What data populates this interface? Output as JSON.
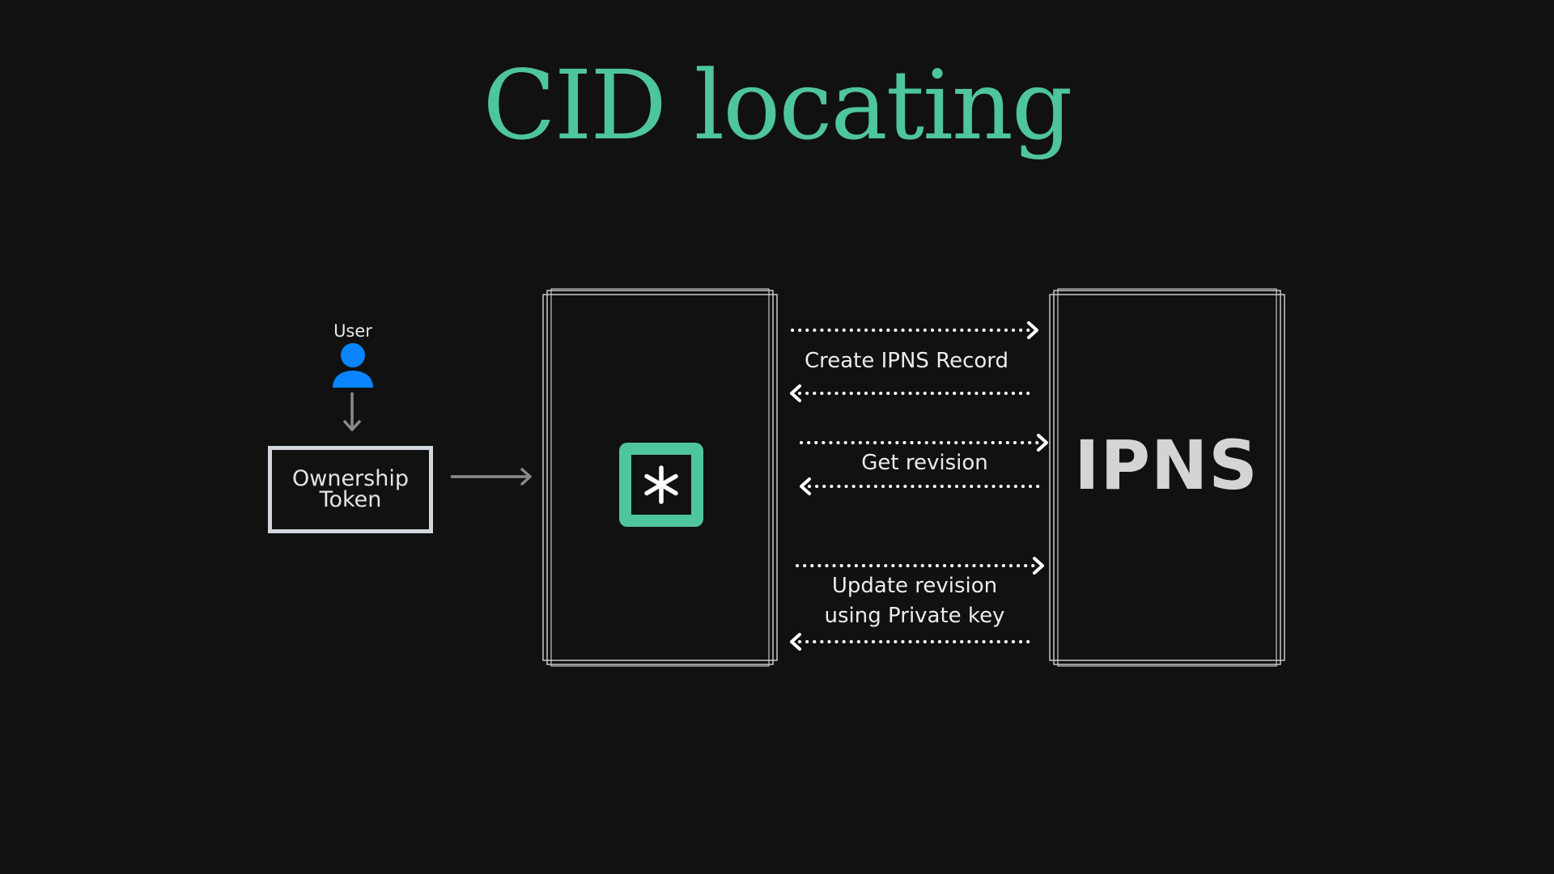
{
  "title": "CID locating",
  "nodes": {
    "user": {
      "label": "User",
      "icon": "user-icon",
      "color": "#0a84ff"
    },
    "token": {
      "line1": "Ownership",
      "line2": "Token"
    },
    "app": {
      "icon": "asterisk-logo-icon",
      "color": "#4fc59b"
    },
    "ipns": {
      "label": "IPNS"
    }
  },
  "edges": {
    "create": "Create  IPNS Record",
    "get": "Get revision",
    "update_line1": "Update revision",
    "update_line2": "using Private key"
  },
  "colors": {
    "background": "#111111",
    "accent": "#4fc59b",
    "user_blue": "#0a84ff"
  }
}
